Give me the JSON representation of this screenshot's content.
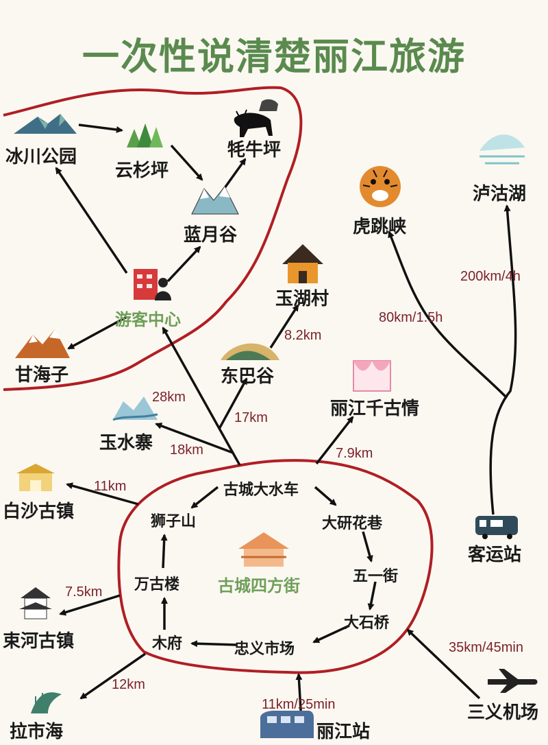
{
  "title": "一次性说清楚丽江旅游",
  "colors": {
    "title": "#5a8a4e",
    "boundary": "#b01e24",
    "distance": "#7a1f2a",
    "arrow": "#111111"
  },
  "places": {
    "binchuan": "冰川公园",
    "yunshan": "云杉坪",
    "maoniu": "牦牛坪",
    "lanyue": "蓝月谷",
    "youke": "游客中心",
    "ganhai": "甘海子",
    "yuhu": "玉湖村",
    "dongba": "东巴谷",
    "yushui": "玉水寨",
    "hutiao": "虎跳峡",
    "lugu": "泸沽湖",
    "qiangu": "丽江千古情",
    "baisha": "白沙古镇",
    "shuyche": "古城大水车",
    "shizi": "狮子山",
    "dayan": "大研花巷",
    "wuyi": "五一街",
    "wangu": "万古楼",
    "sifang": "古城四方街",
    "dashi": "大石桥",
    "mufu": "木府",
    "zhongyi": "忠义市场",
    "shuhe": "束河古镇",
    "lashi": "拉市海",
    "lijiang_station": "丽江站",
    "sanyi": "三义机场",
    "keyun": "客运站"
  },
  "distances": {
    "yuhu": "8.2km",
    "yushui28": "28km",
    "dongba17": "17km",
    "yushui18": "18km",
    "qiangu": "7.9km",
    "baisha": "11km",
    "shuhe": "7.5km",
    "lashi": "12km",
    "station": "11km/25min",
    "airport": "35km/45min",
    "hutiao": "80km/1.5h",
    "lugu": "200km/4h"
  },
  "icons": [
    "mountain-icon",
    "pine-tree-icon",
    "yak-icon",
    "snow-mountain-icon",
    "building-icon",
    "person-icon",
    "desert-mountain-icon",
    "house-icon",
    "valley-icon",
    "river-mountain-icon",
    "tiger-icon",
    "lake-icon",
    "stage-icon",
    "gate-icon",
    "pagoda-icon",
    "bus-icon",
    "plane-icon",
    "train-icon",
    "palace-icon",
    "reed-icon"
  ]
}
